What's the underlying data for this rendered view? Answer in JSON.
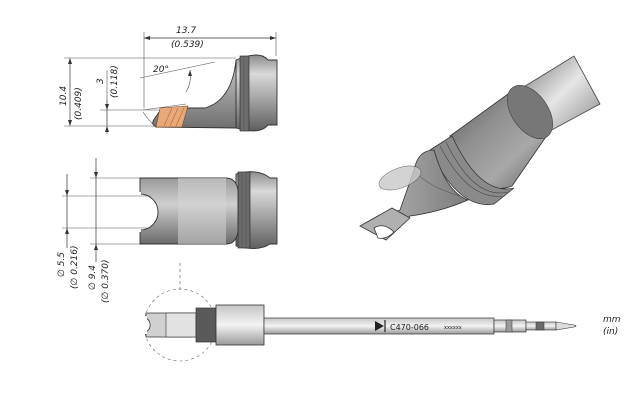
{
  "top_view": {
    "length_mm": "13.7",
    "length_in": "(0.539)",
    "height_mm": "10.4",
    "height_in": "(0.409)",
    "tip_mm": "3",
    "tip_in": "(0.118)",
    "angle": "20°"
  },
  "front_view": {
    "inner_dia_mm": "∅ 5.5",
    "inner_dia_in": "(∅ 0.216)",
    "outer_dia_mm": "∅ 9.4",
    "outer_dia_in": "(∅ 0.370)"
  },
  "cartridge": {
    "part_number": "C470-066",
    "serial_marking": "xxxxxx"
  },
  "units": {
    "primary": "mm",
    "secondary": "(in)"
  },
  "colors": {
    "metal_light": "#d8d8d8",
    "metal_mid": "#9a9a9a",
    "metal_dark": "#4e4e4e",
    "copper_tin": "#e8a878"
  }
}
